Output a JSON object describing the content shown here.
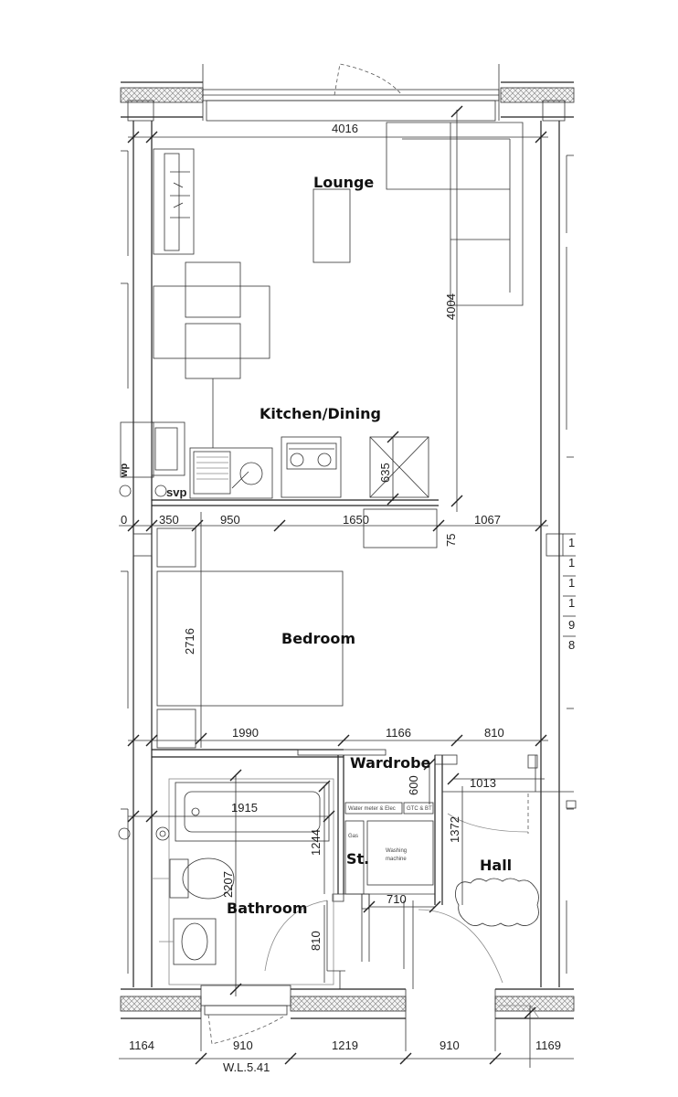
{
  "rooms": {
    "lounge": "Lounge",
    "kitchen": "Kitchen/Dining",
    "bedroom": "Bedroom",
    "wardrobe": "Wardrobe",
    "store": "St.",
    "hall": "Hall",
    "bathroom": "Bathroom"
  },
  "dims": {
    "lounge_width": "4016",
    "lounge_depth": "4004",
    "cabinet_depth": "635",
    "kit_350": "350",
    "kit_950": "950",
    "kit_1650": "1650",
    "kit_1067": "1067",
    "kit_75": "75",
    "kit_left_0": "0",
    "bedroom_depth": "2716",
    "bed_1990": "1990",
    "bed_1166": "1166",
    "bed_810": "810",
    "bath_1915": "1915",
    "bath_1244": "1244",
    "bath_2207": "2207",
    "bath_810": "810",
    "ward_600": "600",
    "hall_1013": "1013",
    "hall_1372": "1372",
    "st_710": "710",
    "bot_1164": "1164",
    "bot_910a": "910",
    "bot_1219": "1219",
    "bot_910b": "910",
    "bot_1169": "1169",
    "bottom_ref": "W.L.5.41"
  },
  "labels": {
    "svp": "svp",
    "wp": "wp",
    "meter": "Water meter & Elec",
    "gtc": "GTC & BT",
    "gas": "Gas",
    "washing1": "Washing",
    "washing2": "machine"
  },
  "right_cut_numbers": [
    "1",
    "1",
    "1",
    "1",
    "9",
    "8"
  ]
}
